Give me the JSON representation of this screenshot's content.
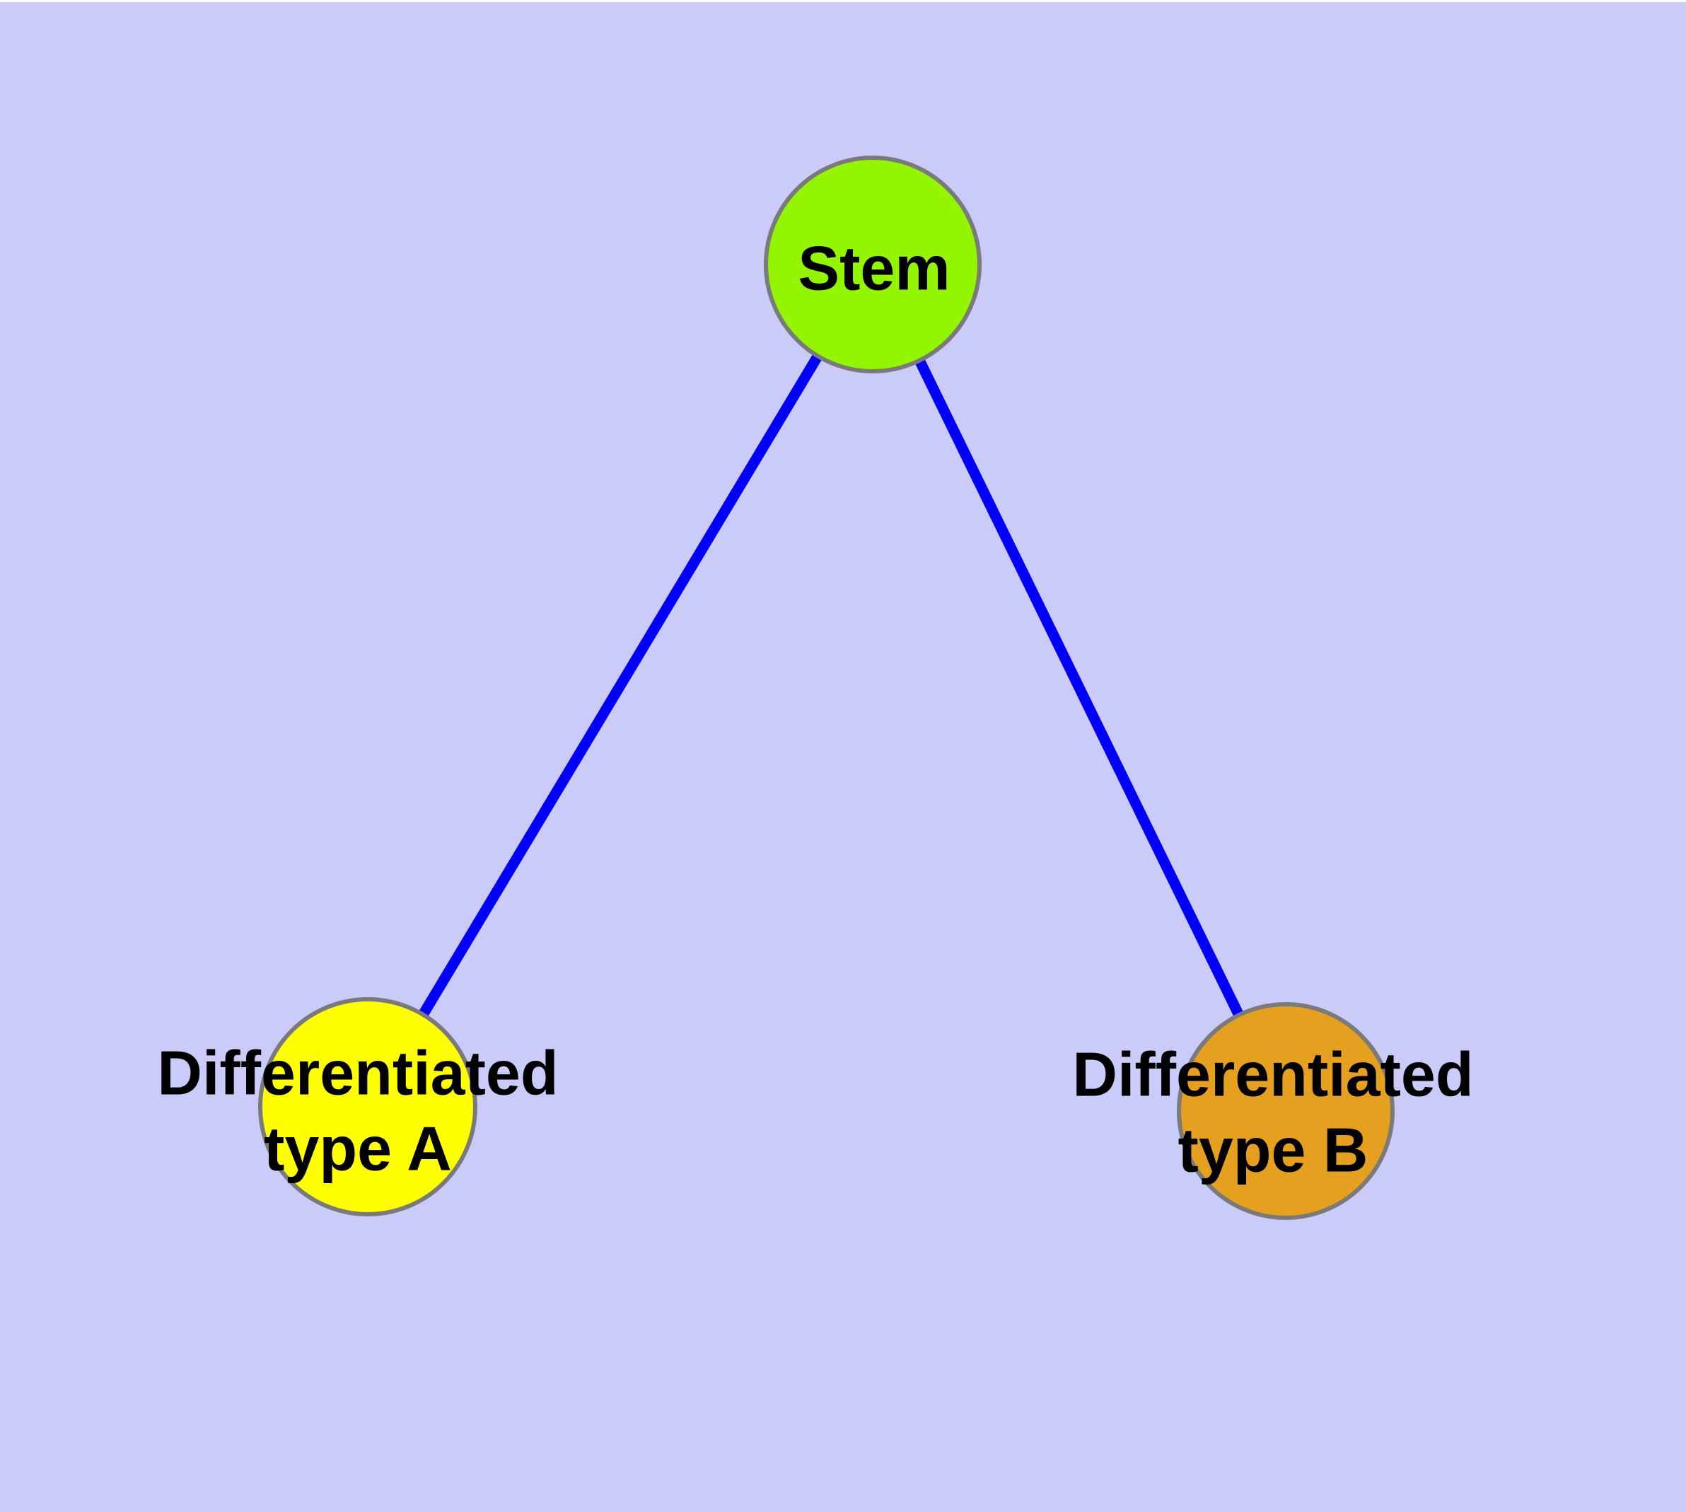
{
  "figure": {
    "background_color": "#cacbf9",
    "top_margin_color": "#ffffff"
  },
  "graph": {
    "edge_color": "#0000fa",
    "node_border_color": "#7a7a7a",
    "label_color": "#000000",
    "nodes": [
      {
        "id": "stem",
        "label": "Stem",
        "label_lines": [
          "Stem"
        ],
        "fill": "#94f500"
      },
      {
        "id": "type-a",
        "label": "Differentiated type A",
        "label_lines": [
          "Differentiated",
          "type A"
        ],
        "fill": "#ffff00"
      },
      {
        "id": "type-b",
        "label": "Differentiated type B",
        "label_lines": [
          "Differentiated",
          "type B"
        ],
        "fill": "#e6a01f"
      }
    ],
    "edges": [
      {
        "from": "Stem",
        "to": "Differentiated type A"
      },
      {
        "from": "Stem",
        "to": "Differentiated type B"
      }
    ]
  }
}
